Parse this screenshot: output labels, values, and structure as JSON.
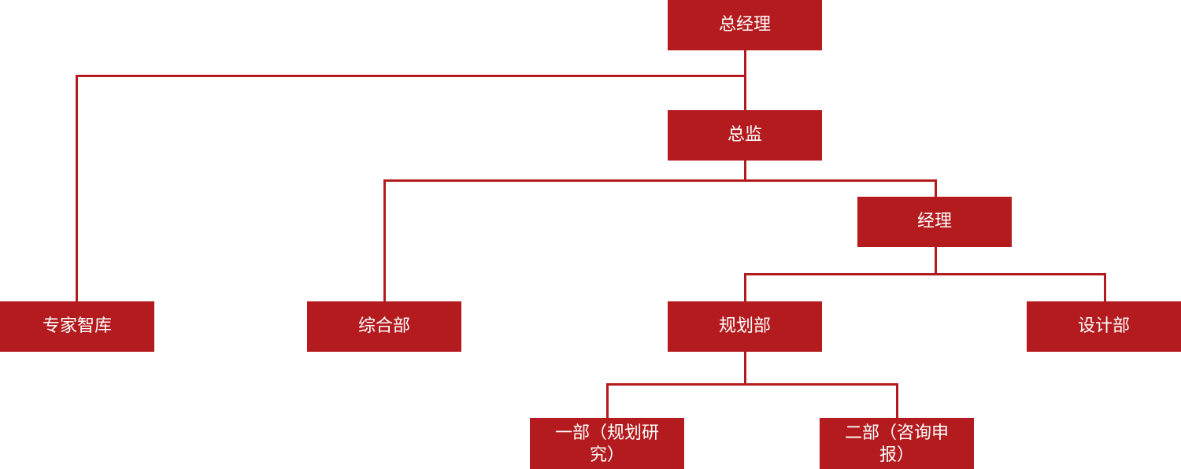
{
  "accent_color": "#b31b1e",
  "nodes": {
    "general_manager": "总经理",
    "director": "总监",
    "manager": "经理",
    "think_tank": "专家智库",
    "general_dept": "综合部",
    "planning_dept": "规划部",
    "design_dept": "设计部",
    "dept_one": "一部（规划研究）",
    "dept_two": "二部（咨询申报）"
  }
}
